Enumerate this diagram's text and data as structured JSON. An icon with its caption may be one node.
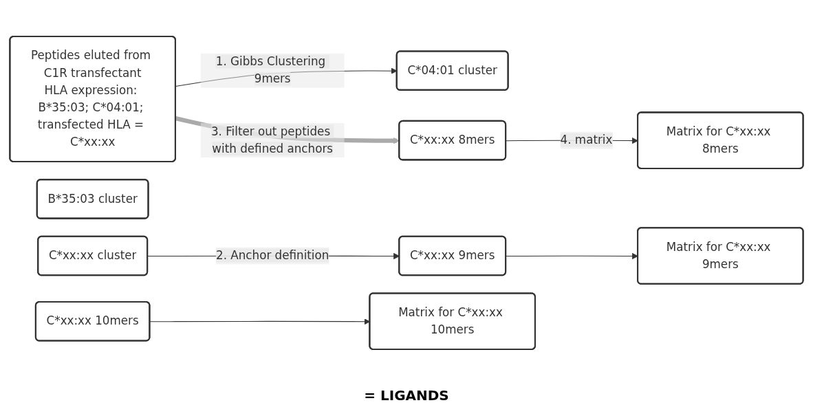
{
  "diagram": {
    "nodes": [
      {
        "text": [
          "Peptides eluted from C1R transfectant",
          "HLA expression: B*35:03; C*04:01; transfected HLA = C*xx:xx"
        ]
      },
      {
        "text": [
          "B*35:03 cluster"
        ]
      },
      {
        "text": [
          "C*04:01 cluster"
        ]
      },
      {
        "text": [
          "C*xx:xx cluster"
        ]
      },
      {
        "text": [
          "C*xx:xx 8mers"
        ]
      },
      {
        "text": [
          "C*xx:xx 9mers"
        ]
      },
      {
        "text": [
          "C*xx:xx 10mers"
        ]
      },
      {
        "text": [
          "Matrix for C*xx:xx 8mers"
        ]
      },
      {
        "text": [
          "Matrix for C*xx:xx 9mers"
        ]
      },
      {
        "text": [
          "Matrix for C*xx:xx 10mers"
        ]
      }
    ],
    "edges": [
      {
        "from": 0,
        "to": 2,
        "arrow": "to",
        "label": "1. Gibbs Clustering 9mers"
      },
      {
        "from": 0,
        "to": 4,
        "arrow": "to",
        "label": "3. Filter out peptides with defined anchors",
        "style": "thick",
        "color": "#aaaaaa"
      },
      {
        "from": 3,
        "to": 5,
        "arrow": "to",
        "label": "2. Anchor definition"
      },
      {
        "from": 4,
        "to": 7,
        "arrow": "to",
        "label": "4. matrix"
      },
      {
        "from": 5,
        "to": 8,
        "arrow": "to"
      },
      {
        "from": 6,
        "to": 9,
        "arrow": "to"
      }
    ],
    "labels": [
      "= LIGANDS"
    ]
  }
}
